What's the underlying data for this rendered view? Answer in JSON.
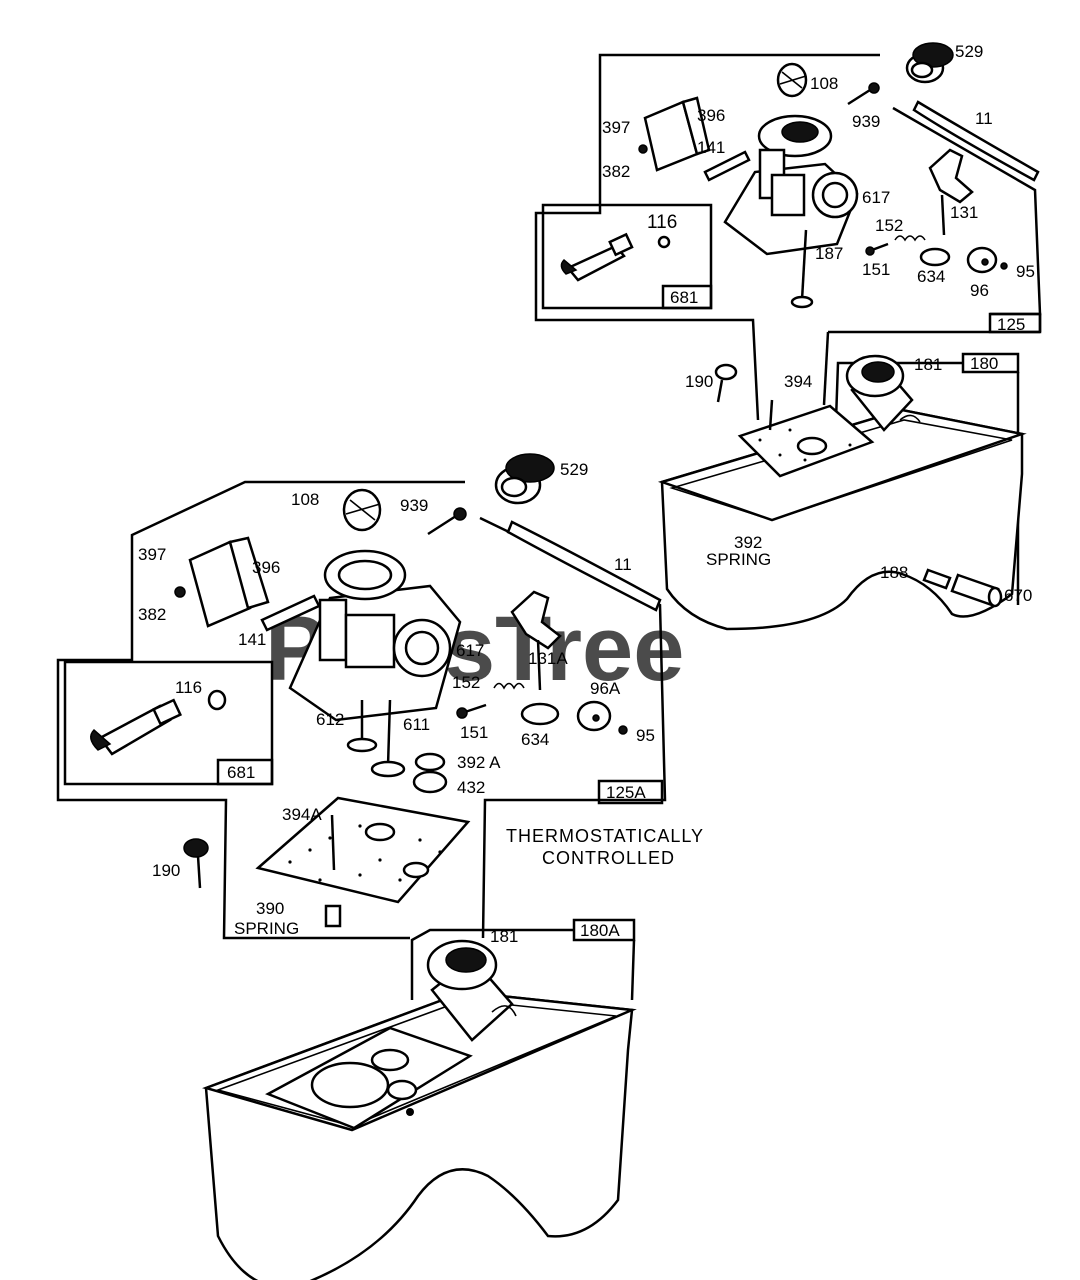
{
  "watermark": "PartsTree",
  "note": {
    "line1": "THERMOSTATICALLY",
    "line2": "CONTROLLED"
  },
  "upper": {
    "box_main": "125",
    "box_sub": "681",
    "box_tank": "180",
    "parts": {
      "p529": "529",
      "p108": "108",
      "p939": "939",
      "p11": "11",
      "p397": "397",
      "p396": "396",
      "p382": "382",
      "p141": "141",
      "p617": "617",
      "p131": "131",
      "p152": "152",
      "p116": "116",
      "p187": "187",
      "p151": "151",
      "p634": "634",
      "p95": "95",
      "p96": "96",
      "p190": "190",
      "p394": "394",
      "p181": "181",
      "p392": "392",
      "spring": "SPRING",
      "p188": "188",
      "p670": "670"
    }
  },
  "lower": {
    "box_main": "125A",
    "box_sub": "681",
    "box_tank": "180A",
    "parts": {
      "p529": "529",
      "p108": "108",
      "p939": "939",
      "p11": "11",
      "p397": "397",
      "p396": "396",
      "p382": "382",
      "p141": "141",
      "p617": "617",
      "p131A": "131A",
      "p152": "152",
      "p96A": "96A",
      "p116": "116",
      "p612": "612",
      "p611": "611",
      "p151": "151",
      "p634": "634",
      "p95": "95",
      "p392A": "392 A",
      "p432": "432",
      "p394A": "394A",
      "p190": "190",
      "p390": "390",
      "spring": "SPRING",
      "p181": "181"
    }
  }
}
